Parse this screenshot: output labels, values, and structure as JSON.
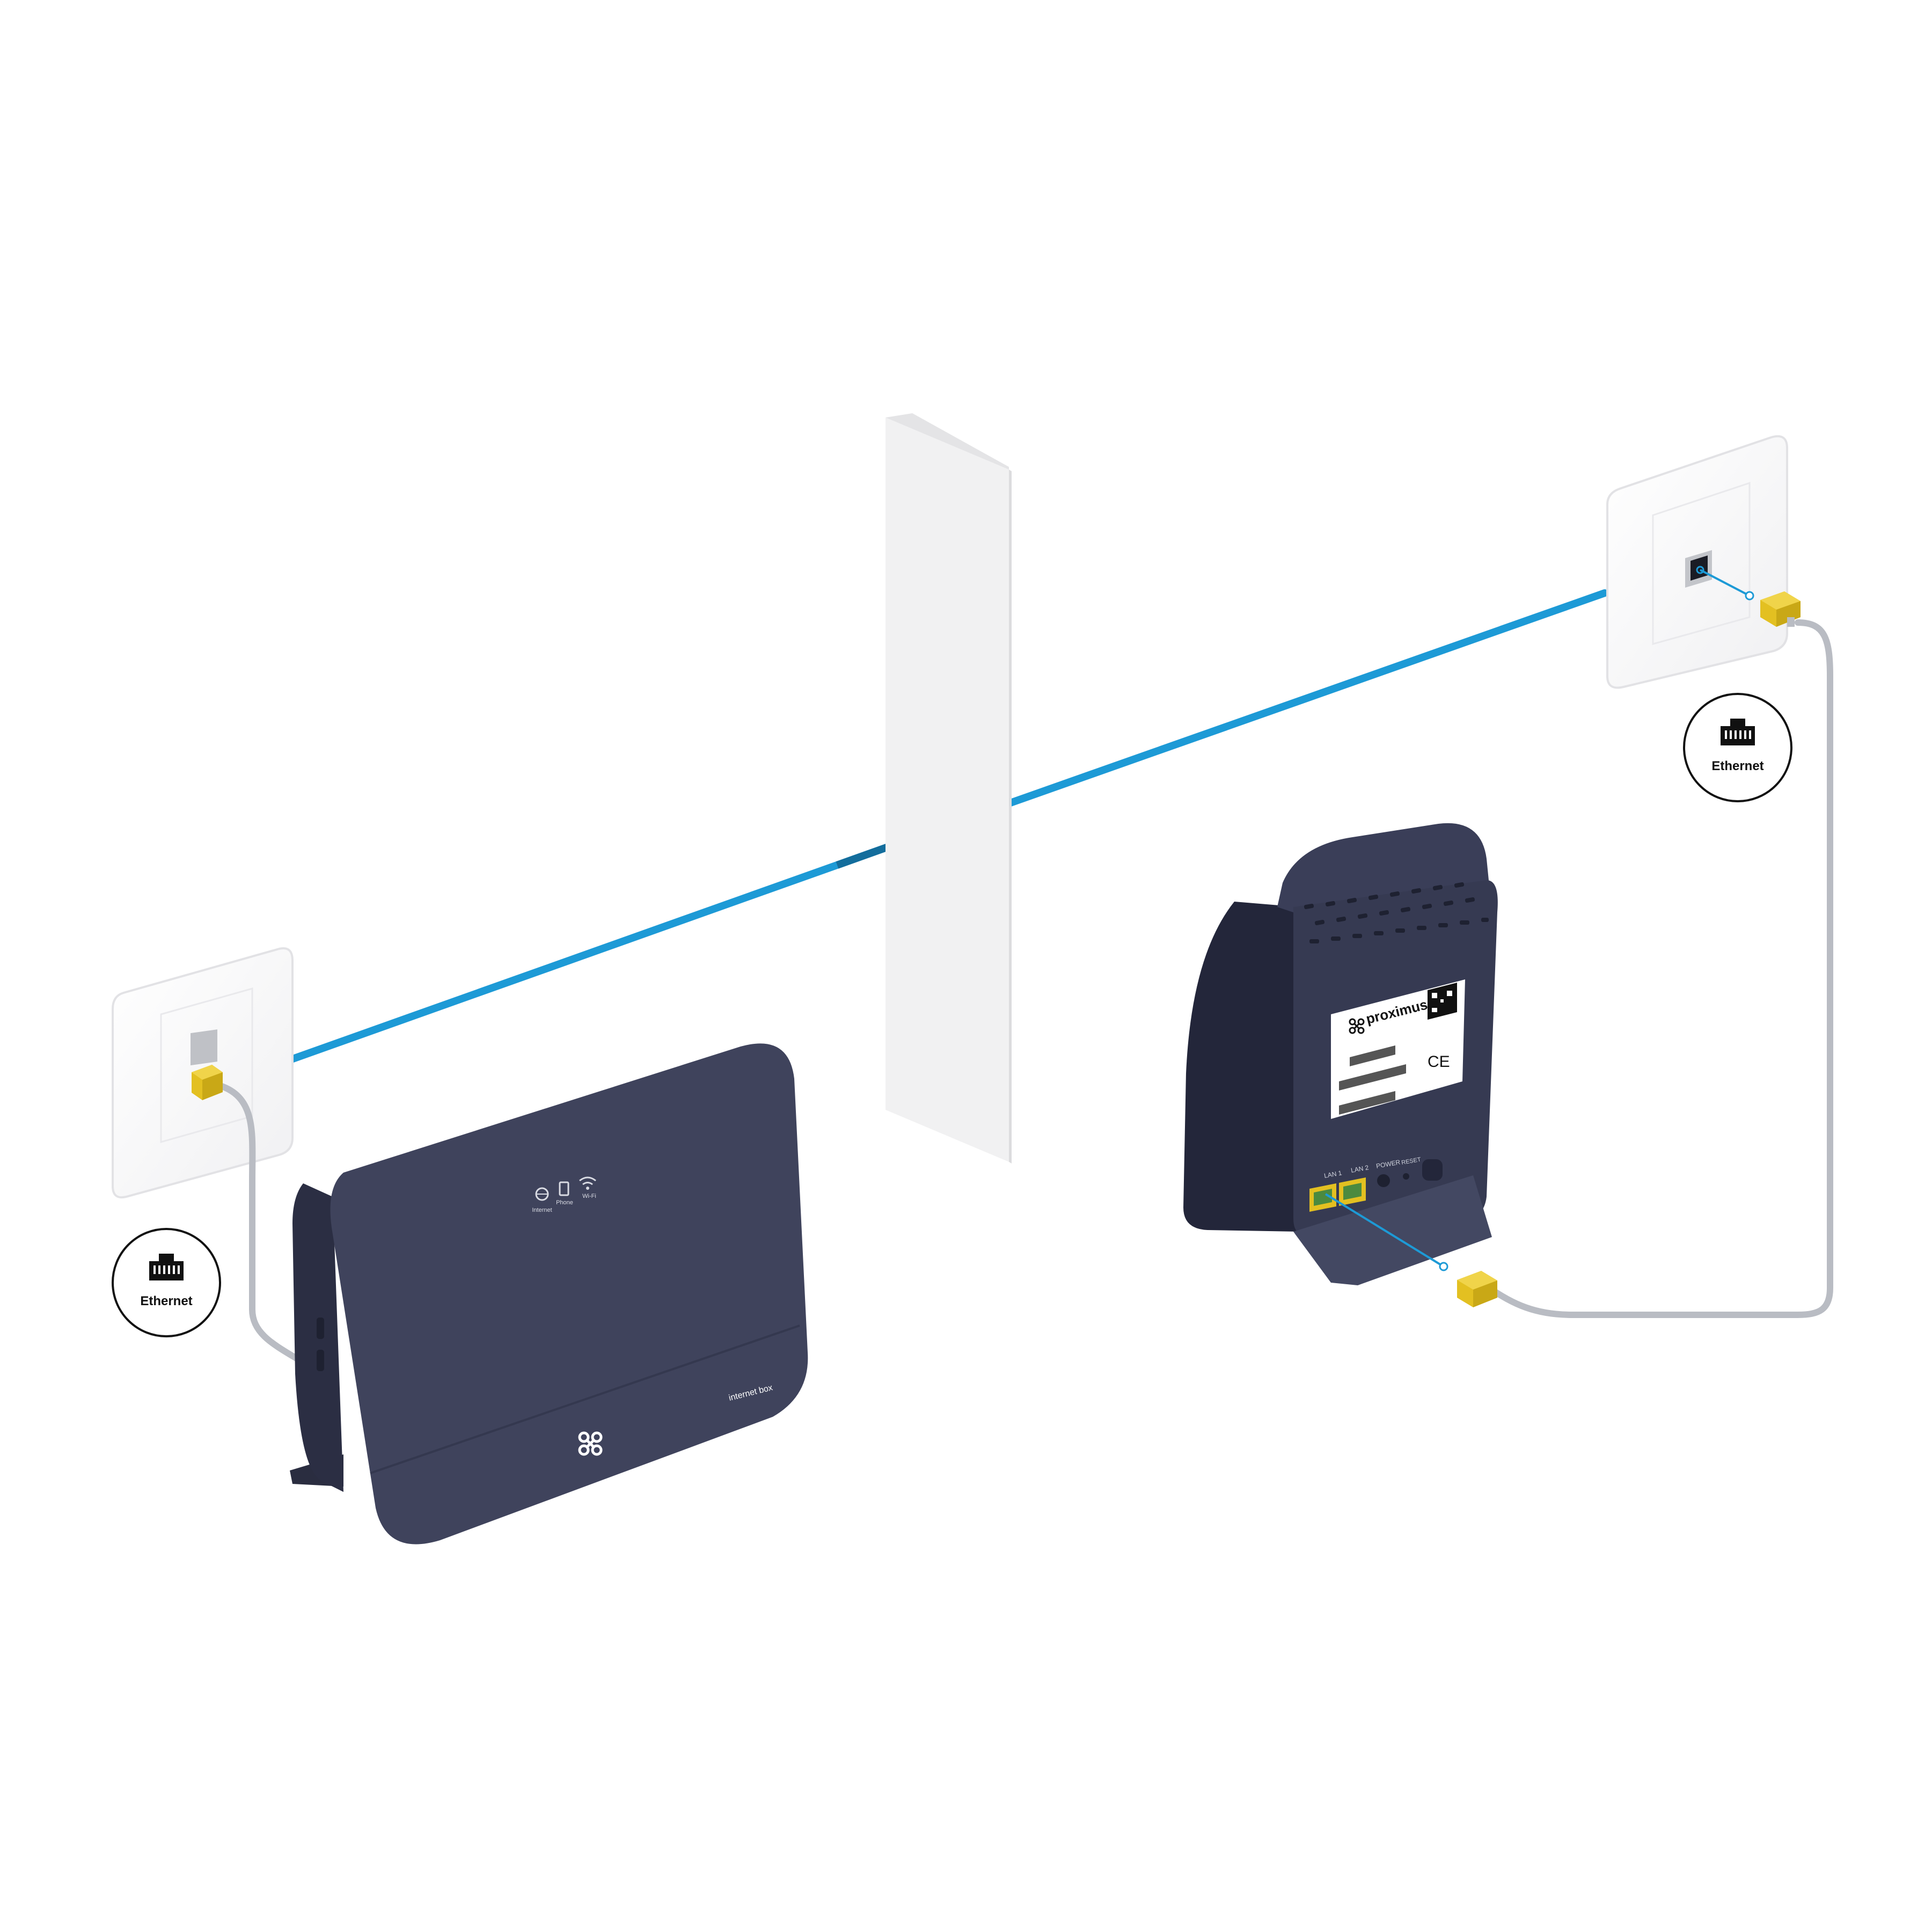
{
  "badges": {
    "left": {
      "label": "Ethernet",
      "icon": "ethernet-port-icon"
    },
    "right": {
      "label": "Ethernet",
      "icon": "ethernet-port-icon"
    }
  },
  "modem_front": {
    "led_labels": [
      "Internet",
      "Phone",
      "Wi-Fi"
    ],
    "product_name": "internet box",
    "brand_icon": "proximus-logo-icon",
    "color": "#3f435c"
  },
  "extender_back": {
    "brand": "proximus",
    "ce_mark": "CE",
    "port_labels": [
      "LAN 1",
      "LAN 2",
      "POWER",
      "RESET"
    ],
    "color": "#363a52"
  },
  "colors": {
    "network_line": "#1d9ad6",
    "connector": "#e3c021",
    "cable": "#b9bcc3",
    "wall": "#f1f1f1"
  }
}
